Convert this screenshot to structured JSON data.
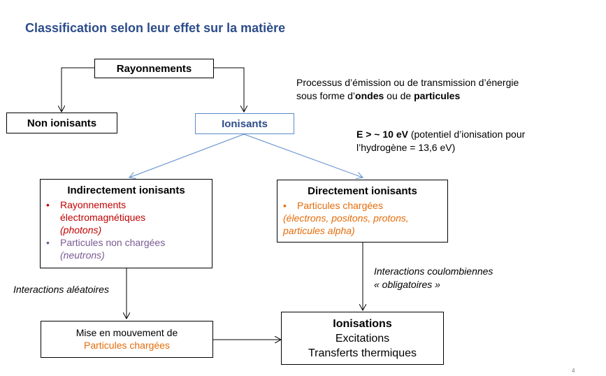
{
  "title": "Classification selon leur effet sur la matière",
  "nodes": {
    "rayonnements": "Rayonnements",
    "non_ionisants": "Non ionisants",
    "ionisants": "Ionisants",
    "indirect": {
      "heading": "Indirectement ionisants",
      "item1_line1": "Rayonnements",
      "item1_line2": "électromagnétiques",
      "item1_note": "(photons)",
      "item2_line1": "Particules non chargées",
      "item2_note": "(neutrons)",
      "bullet": "•"
    },
    "direct": {
      "heading": "Directement ionisants",
      "item1": "Particules chargées",
      "note_line1": "(électrons, positons, protons,",
      "note_line2": "particules alpha)",
      "bullet": "•"
    },
    "mise_en_mouvement": {
      "line1": "Mise en mouvement de",
      "line2": "Particules chargées"
    },
    "ionisations": {
      "line1": "Ionisations",
      "line2": "Excitations",
      "line3": "Transferts thermiques"
    }
  },
  "annotations": {
    "process_line1": "Processus d’émission ou de transmission d’énergie",
    "process_line2_a": "sous forme d’",
    "process_line2_b": "ondes",
    "process_line2_c": " ou de ",
    "process_line2_d": "particules",
    "energy_bold": "E > ~ 10 eV",
    "energy_rest": " (potentiel d’ionisation pour",
    "energy_line2": "l’hydrogène = 13,6 eV)",
    "interactions_aleatoires": "Interactions aléatoires",
    "interactions_coulomb_line1": "Interactions coulombiennes",
    "interactions_coulomb_line2": "« obligatoires »"
  },
  "page_number": "4",
  "colors": {
    "title": "#2c4d8a",
    "arrow_blue": "#5b8bc9",
    "red": "#c00000",
    "purple": "#7a5a93",
    "orange": "#e46c0a"
  }
}
